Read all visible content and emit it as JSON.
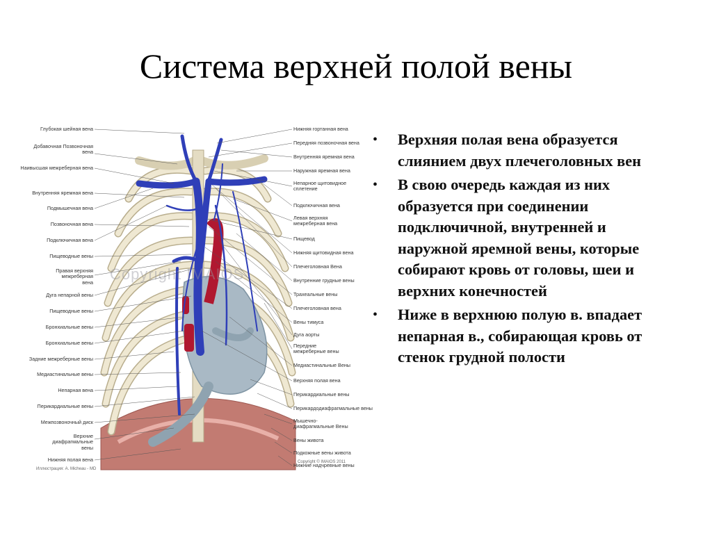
{
  "slide": {
    "title": "Система верхней полой вены"
  },
  "bullets": [
    {
      "text": "Верхняя полая вена образуется слиянием двух плечеголовных вен"
    },
    {
      "text": "В свою очередь каждая из них образуется при соединении подключичной, внутренней и наружной яремной вены, которые собирают кровь от головы, шеи и верхних конечностей"
    },
    {
      "text": "Ниже в верхнюю полую в. впадает непарная в., собирающая кровь от стенок грудной полости"
    }
  ],
  "figure": {
    "left_labels": [
      {
        "text": "Глубокая шейная вена"
      },
      {
        "text": "Добавочная Позвоночная вена"
      },
      {
        "text": "Наивысшая межреберная вена"
      },
      {
        "text": "Внутренняя яремная вена"
      },
      {
        "text": "Подмышечная вена"
      },
      {
        "text": "Позвоночная вена"
      },
      {
        "text": "Подключичная вена"
      },
      {
        "text": "Пищеводные вены"
      },
      {
        "text": "Правая верхняя межреберная вена"
      },
      {
        "text": "Дуга непарной вены"
      },
      {
        "text": "Пищеводные вены"
      },
      {
        "text": "Бронхиальные вены"
      },
      {
        "text": "Бронхиальные вены"
      },
      {
        "text": "Задние межреберные вены"
      },
      {
        "text": "Медиастинальные вены"
      },
      {
        "text": "Непарная вена"
      },
      {
        "text": "Перикардиальные вены"
      },
      {
        "text": "Межпозвоночный диск"
      },
      {
        "text": "Верхние диафрагмальные вены"
      },
      {
        "text": "Нижняя полая вена"
      }
    ],
    "right_labels": [
      {
        "text": "Нижняя гортанная вена"
      },
      {
        "text": "Передняя позвоночная вена"
      },
      {
        "text": "Внутренняя яремная вена"
      },
      {
        "text": "Наружная яремная вена"
      },
      {
        "text": "Непарное щитовидное сплетение"
      },
      {
        "text": "Подключичная вена"
      },
      {
        "text": "Левая верхняя межреберная вена"
      },
      {
        "text": "Пищевод"
      },
      {
        "text": "Нижняя щитовидная вена"
      },
      {
        "text": "Плечеголовная Вена"
      },
      {
        "text": "Внутренние грудные вены"
      },
      {
        "text": "Трахеальные вены"
      },
      {
        "text": "Плечеголовная вена"
      },
      {
        "text": "Вены тимуса"
      },
      {
        "text": "Дуга аорты"
      },
      {
        "text": "Передние межреберные вены"
      },
      {
        "text": "Медиастинальные Вены"
      },
      {
        "text": "Верхняя полая вена"
      },
      {
        "text": "Перикардиальные вены"
      },
      {
        "text": "Перикардодиафрагмальные вены"
      },
      {
        "text": "Мышечно-диафрагмальные Вены"
      },
      {
        "text": "Вены живота"
      },
      {
        "text": "Подкожные вены живота"
      },
      {
        "text": "Нижние надчревные вены"
      }
    ],
    "watermark": "Copyright IMAIOS",
    "credit": "Иллюстрация: A. Micheau - MD",
    "credit_right": "Copyright © IMAIOS 2011",
    "colors": {
      "vein": "#2f3fb8",
      "bone": "#ede6cf",
      "rib_outline": "#b9ae8e",
      "heart": "#a8b8c4",
      "artery": "#b01830",
      "muscle": "#b96a64"
    }
  }
}
